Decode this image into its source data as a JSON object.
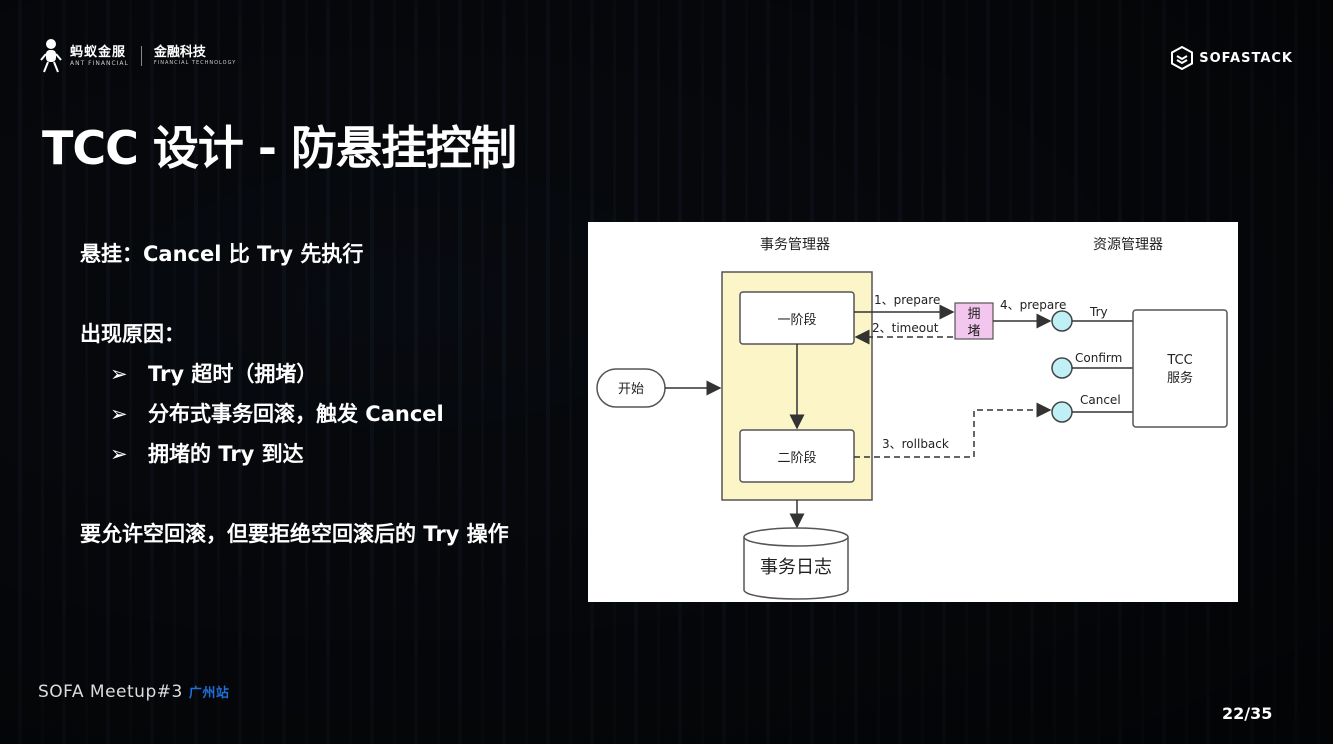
{
  "header": {
    "brand_cn": "蚂蚁金服",
    "brand_en": "ANT FINANCIAL",
    "brand2_cn": "金融科技",
    "brand2_en": "FINANCIAL TECHNOLOGY",
    "right_brand": "SOFASTACK"
  },
  "title": "TCC 设计 - 防悬挂控制",
  "body": {
    "def": "悬挂：Cancel 比 Try 先执行",
    "reason_heading": "出现原因：",
    "bullets": [
      "Try 超时（拥堵）",
      "分布式事务回滚，触发 Cancel",
      "拥堵的 Try 到达"
    ],
    "bullet_glyph": "➢",
    "conclusion": "要允许空回滚，但要拒绝空回滚后的 Try 操作"
  },
  "diagram": {
    "tm_label": "事务管理器",
    "rm_label": "资源管理器",
    "phase1": "一阶段",
    "phase2": "二阶段",
    "start": "开始",
    "log": "事务日志",
    "congestion": "拥堵",
    "tcc_service_line1": "TCC",
    "tcc_service_line2": "服务",
    "edge_prepare": "1、prepare",
    "edge_timeout": "2、timeout",
    "edge_rollback": "3、rollback",
    "edge_prepare2": "4、prepare",
    "port_try": "Try",
    "port_confirm": "Confirm",
    "port_cancel": "Cancel",
    "colors": {
      "tm_fill": "#fbf5c8",
      "congestion_fill": "#f3c6ee",
      "port_fill": "#bff0f6"
    }
  },
  "footer": {
    "event": "SOFA Meetup#3",
    "city": "广州站",
    "page": "22/35"
  }
}
